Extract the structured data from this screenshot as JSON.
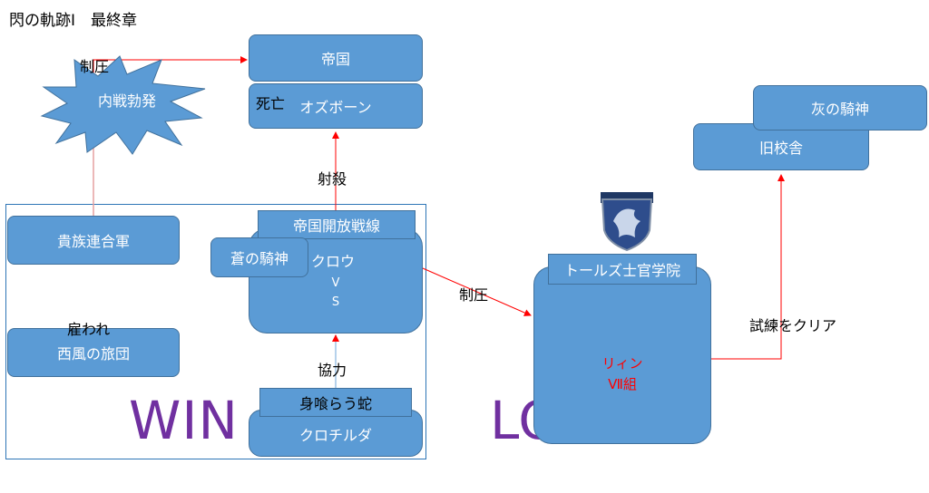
{
  "title": "閃の軌跡Ⅰ　最終章",
  "nodes": {
    "empire": "帝国",
    "death_label": "死亡",
    "osborne": "オズボーン",
    "civil_war": "内戦勃発",
    "noble_army": "貴族連合軍",
    "hired_label": "雇われ",
    "jaeger": "西風の旅団",
    "liberation_front": "帝国開放戦線",
    "blue_knight": "蒼の騎神",
    "crow": "クロウ",
    "vs_v": "V",
    "vs_s": "S",
    "ouroboros": "身喰らう蛇",
    "vita": "クロチルダ",
    "thors_academy": "トールズ士官学院",
    "rean": "リィン",
    "class7": "Ⅶ組",
    "old_schoolhouse": "旧校舎",
    "ashen_knight": "灰の騎神"
  },
  "edges": {
    "suppress_top": "制圧",
    "shot": "射殺",
    "cooperate": "協力",
    "suppress_mid": "制圧",
    "trial_clear": "試練をクリア"
  },
  "outcomes": {
    "win": "WIN",
    "lose": "LOSE"
  },
  "colors": {
    "box_fill": "#5b9bd5",
    "box_border": "#41719c",
    "arrow": "#ff0000",
    "connector": "#e6a0a0",
    "outcome_text": "#7030a0",
    "rean_text": "#ff0000"
  }
}
